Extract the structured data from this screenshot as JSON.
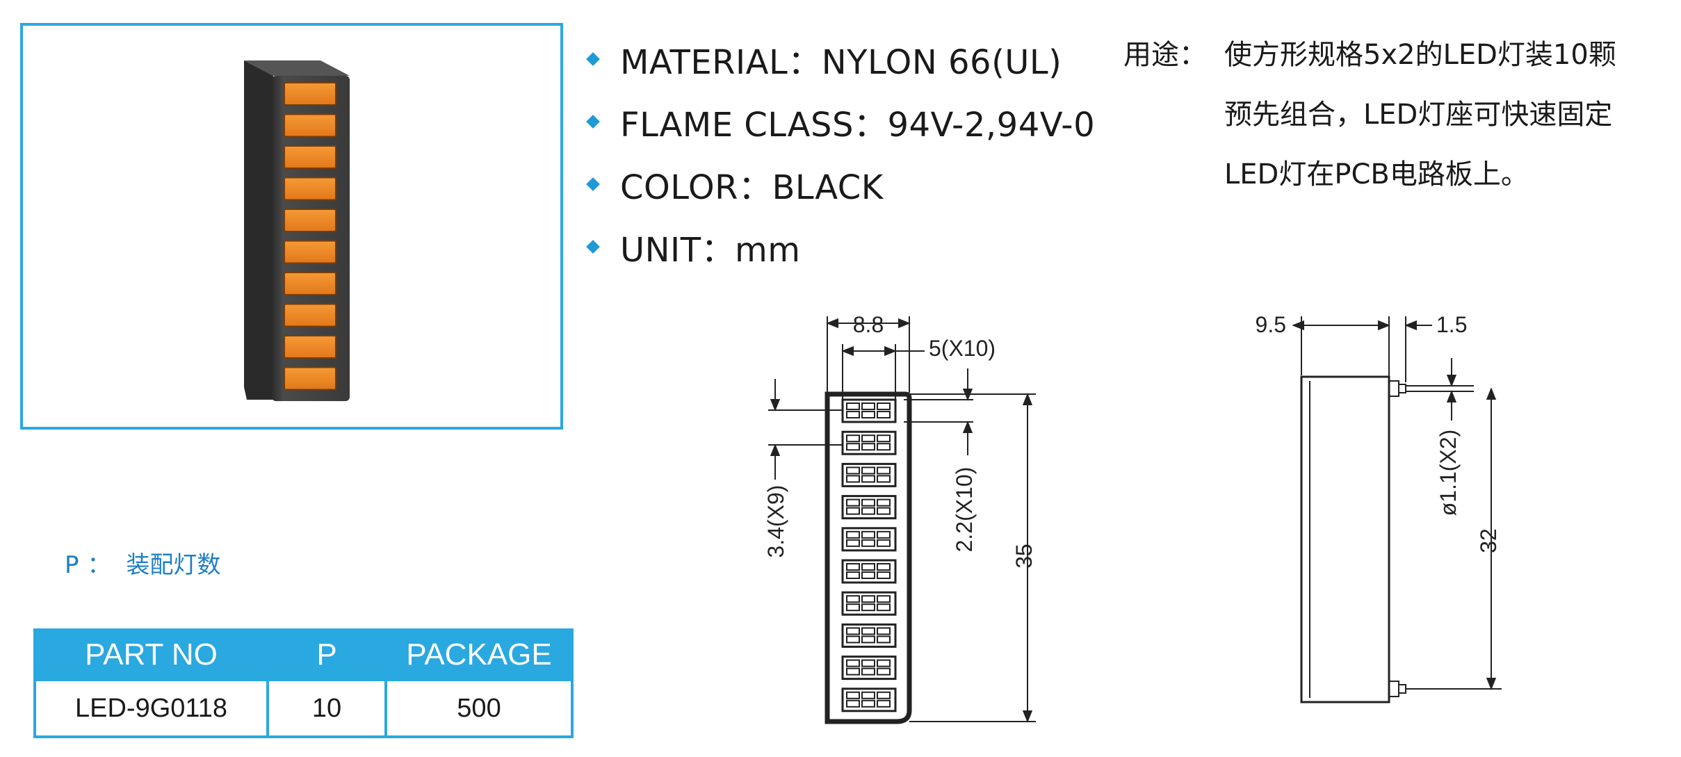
{
  "photo": {
    "alt": "",
    "segment_color": "#f08a20",
    "housing_color": "#3a3a3a",
    "segment_count": 10
  },
  "specs": [
    {
      "label": "MATERIAL",
      "sep": "：",
      "value": "NYLON 66(UL)"
    },
    {
      "label": "FLAME CLASS",
      "sep": "：",
      "value": "94V-2,94V-0"
    },
    {
      "label": "COLOR",
      "sep": "：",
      "value": "BLACK"
    },
    {
      "label": "UNIT",
      "sep": "：",
      "value": "mm"
    }
  ],
  "usage": {
    "label": "用途：",
    "lines": [
      "使方形规格5x2的LED灯装10颗",
      "预先组合，LED灯座可快速固定",
      "LED灯在PCB电路板上。"
    ]
  },
  "legend": {
    "key": "P",
    "sep": "：",
    "text": "装配灯数"
  },
  "table": {
    "headers": [
      "PART NO",
      "P",
      "PACKAGE"
    ],
    "rows": [
      [
        "LED-9G0118",
        "10",
        "500"
      ]
    ]
  },
  "front_view": {
    "dims": {
      "width": "8.8",
      "slot": "5(X10)",
      "pitch": "3.4(X9)",
      "slot_height": "2.2(X10)",
      "height": "35"
    }
  },
  "side_view": {
    "dims": {
      "depth": "9.5",
      "pin": "1.5",
      "pin_dia": "ø1.1(X2)",
      "pin_span": "32"
    }
  },
  "colors": {
    "accent": "#2aa8e0",
    "bullet": "#1e9ad6",
    "legend": "#1e7fc4"
  }
}
